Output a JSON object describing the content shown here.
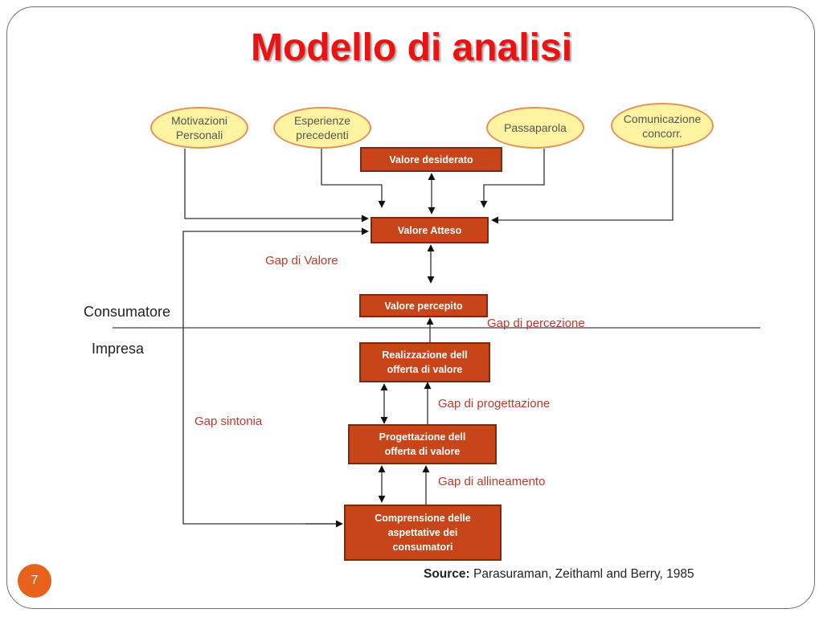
{
  "slide": {
    "title": "Modello di analisi",
    "page_number": "7"
  },
  "colors": {
    "title": "#ee1111",
    "box_fill": "#c8451a",
    "oval_fill": "#fdf3a0",
    "gap_text": "#c0392b",
    "page_badge": "#e8621c"
  },
  "ovals": {
    "motivazioni": "Motivazioni\nPersonali",
    "esperienze": "Esperienze\nprecedenti",
    "passaparola": "Passaparola",
    "comunicazione": "Comunicazione\nconcorr."
  },
  "boxes": {
    "valore_desiderato": "Valore desiderato",
    "valore_atteso": "Valore Atteso",
    "valore_percepito": "Valore percepito",
    "realizzazione": "Realizzazione dell\nofferta di valore",
    "progettazione": "Progettazione dell\nofferta di valore",
    "comprensione": "Comprensione  delle\naspettative dei\nconsumatori"
  },
  "gaps": {
    "valore": "Gap di Valore",
    "percezione": "Gap di percezione",
    "progettazione": "Gap di progettazione",
    "sintonia": "Gap sintonia",
    "allineamento": "Gap di allineamento"
  },
  "sides": {
    "consumer": "Consumatore",
    "company": "Impresa"
  },
  "source": {
    "label": "Source:",
    "text": " Parasuraman, Zeithaml and Berry, 1985"
  }
}
